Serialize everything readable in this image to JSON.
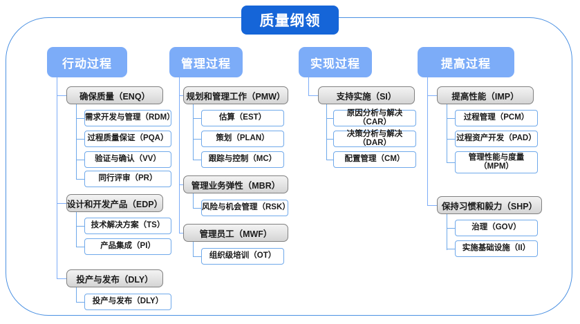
{
  "diagram": {
    "title": "质量纲领",
    "frame_color": "#4a90e2",
    "title_color": "#1565d8",
    "header_color": "#7cacf8",
    "group_border_color": "#7f7f7f",
    "leaf_border_color": "#6ea8ea",
    "columns": [
      {
        "header": "行动过程",
        "groups": [
          {
            "label": "确保质量（ENQ）",
            "children": [
              "需求开发与管理（RDM）",
              "过程质量保证（PQA）",
              "验证与确认（VV）",
              "同行评审（PR）"
            ]
          },
          {
            "label": "设计和开发产品（EDP）",
            "children": [
              "技术解决方案（TS）",
              "产品集成（PI）"
            ]
          },
          {
            "label": "投产与发布（DLY）",
            "children": [
              "投产与发布（DLY）"
            ]
          }
        ]
      },
      {
        "header": "管理过程",
        "groups": [
          {
            "label": "规划和管理工作（PMW）",
            "children": [
              "估算（EST）",
              "策划（PLAN）",
              "跟踪与控制（MC）"
            ]
          },
          {
            "label": "管理业务弹性（MBR）",
            "children": [
              "风险与机会管理（RSK）"
            ]
          },
          {
            "label": "管理员工（MWF）",
            "children": [
              "组织级培训（OT）"
            ]
          }
        ]
      },
      {
        "header": "实现过程",
        "groups": [
          {
            "label": "支持实施（SI）",
            "children": [
              "原因分析与解决（CAR）",
              "决策分析与解决（DAR）",
              "配置管理（CM）"
            ]
          }
        ]
      },
      {
        "header": "提高过程",
        "groups": [
          {
            "label": "提高性能（IMP）",
            "children": [
              "过程管理（PCM）",
              "过程资产开发（PAD）",
              "管理性能与度量\n（MPM）"
            ]
          },
          {
            "label": "保持习惯和毅力（SHP）",
            "children": [
              "治理（GOV）",
              "实施基础设施（II）"
            ]
          }
        ]
      }
    ]
  }
}
